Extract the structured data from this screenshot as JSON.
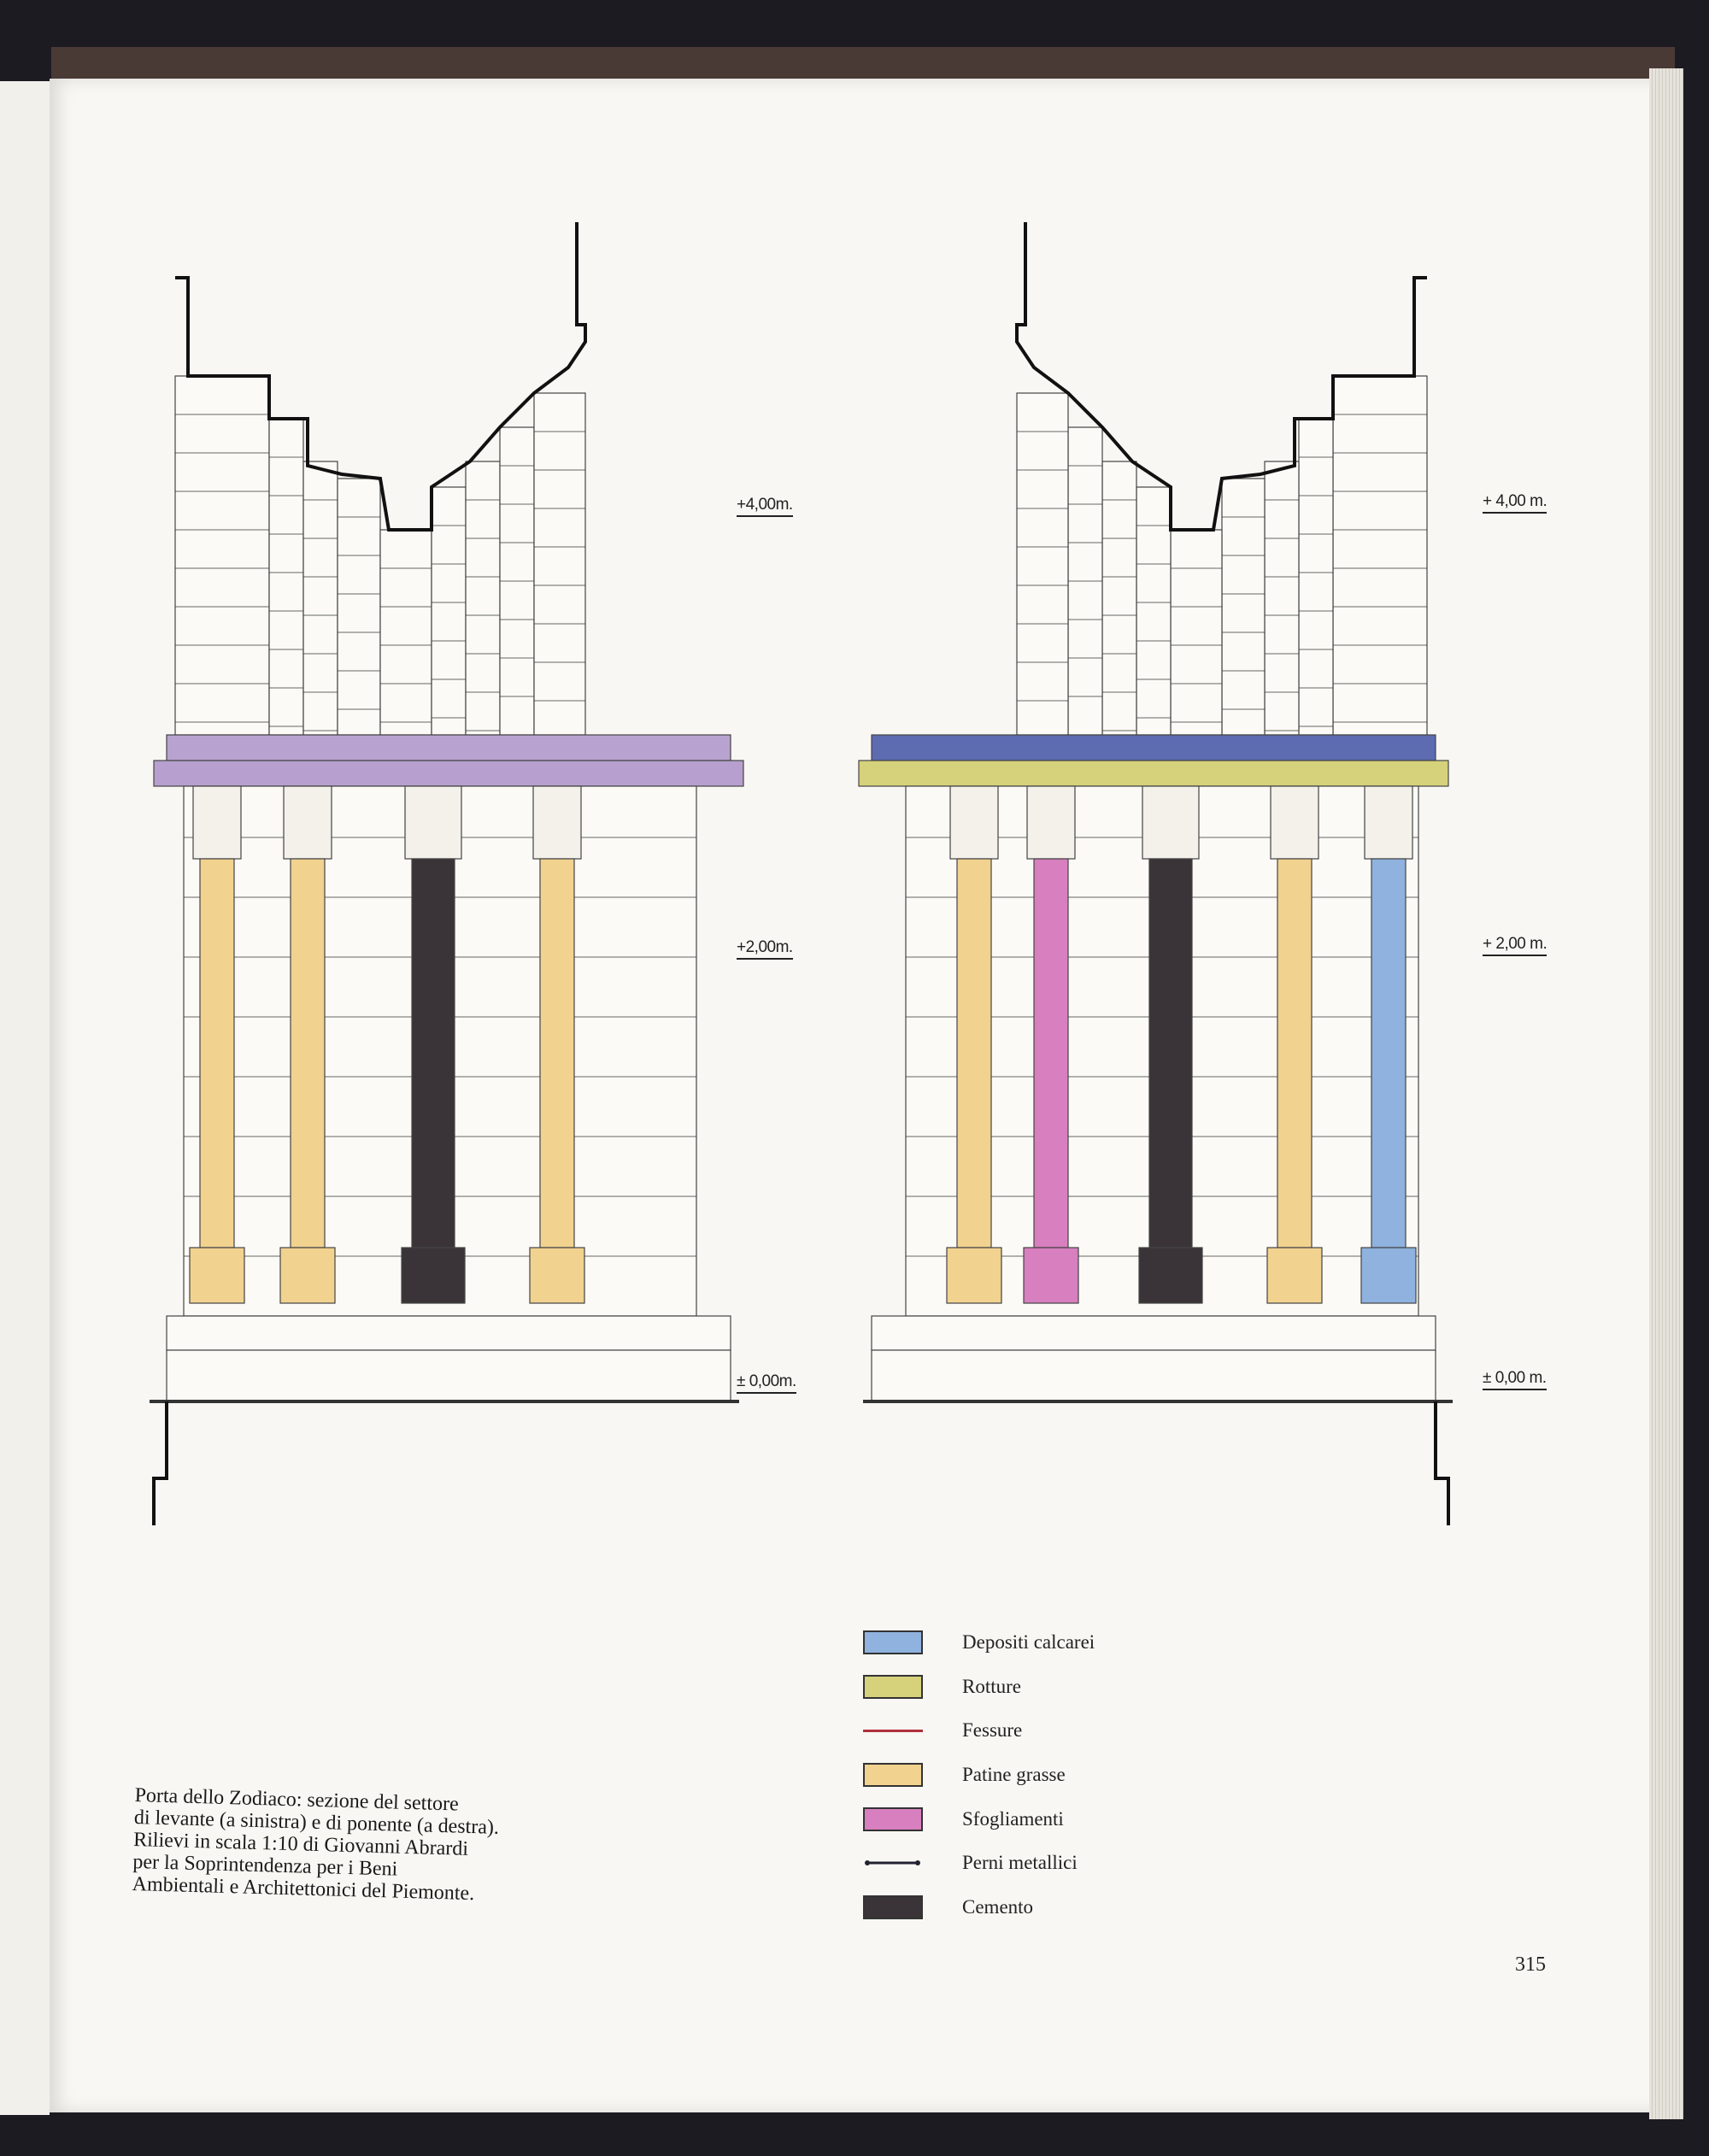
{
  "page_number": "315",
  "caption": {
    "lines": [
      "Porta dello Zodiaco: sezione del settore",
      "di levante (a sinistra) e di ponente (a destra).",
      "Rilievi in scala 1:10 di Giovanni Abrardi",
      "per la Soprintendenza per i Beni",
      "Ambientali e Architettonici del Piemonte."
    ]
  },
  "drawings": {
    "left": {
      "levels": [
        "+4,00m.",
        "+2,00m.",
        "± 0,00m."
      ]
    },
    "right": {
      "levels": [
        "+ 4,00 m.",
        "+ 2,00 m.",
        "± 0,00 m."
      ]
    }
  },
  "legend": [
    {
      "label": "Depositi calcarei",
      "kind": "fill",
      "color": "#8fb2de"
    },
    {
      "label": "Rotture",
      "kind": "fill",
      "color": "#d6d27c"
    },
    {
      "label": "Fessure",
      "kind": "line",
      "color": "#b0303a"
    },
    {
      "label": "Patine grasse",
      "kind": "fill",
      "color": "#f1d28f"
    },
    {
      "label": "Sfogliamenti",
      "kind": "fill",
      "color": "#d77fbf"
    },
    {
      "label": "Perni metallici",
      "kind": "pin",
      "color": "#223"
    },
    {
      "label": "Cemento",
      "kind": "fill",
      "color": "#3a3438"
    }
  ]
}
